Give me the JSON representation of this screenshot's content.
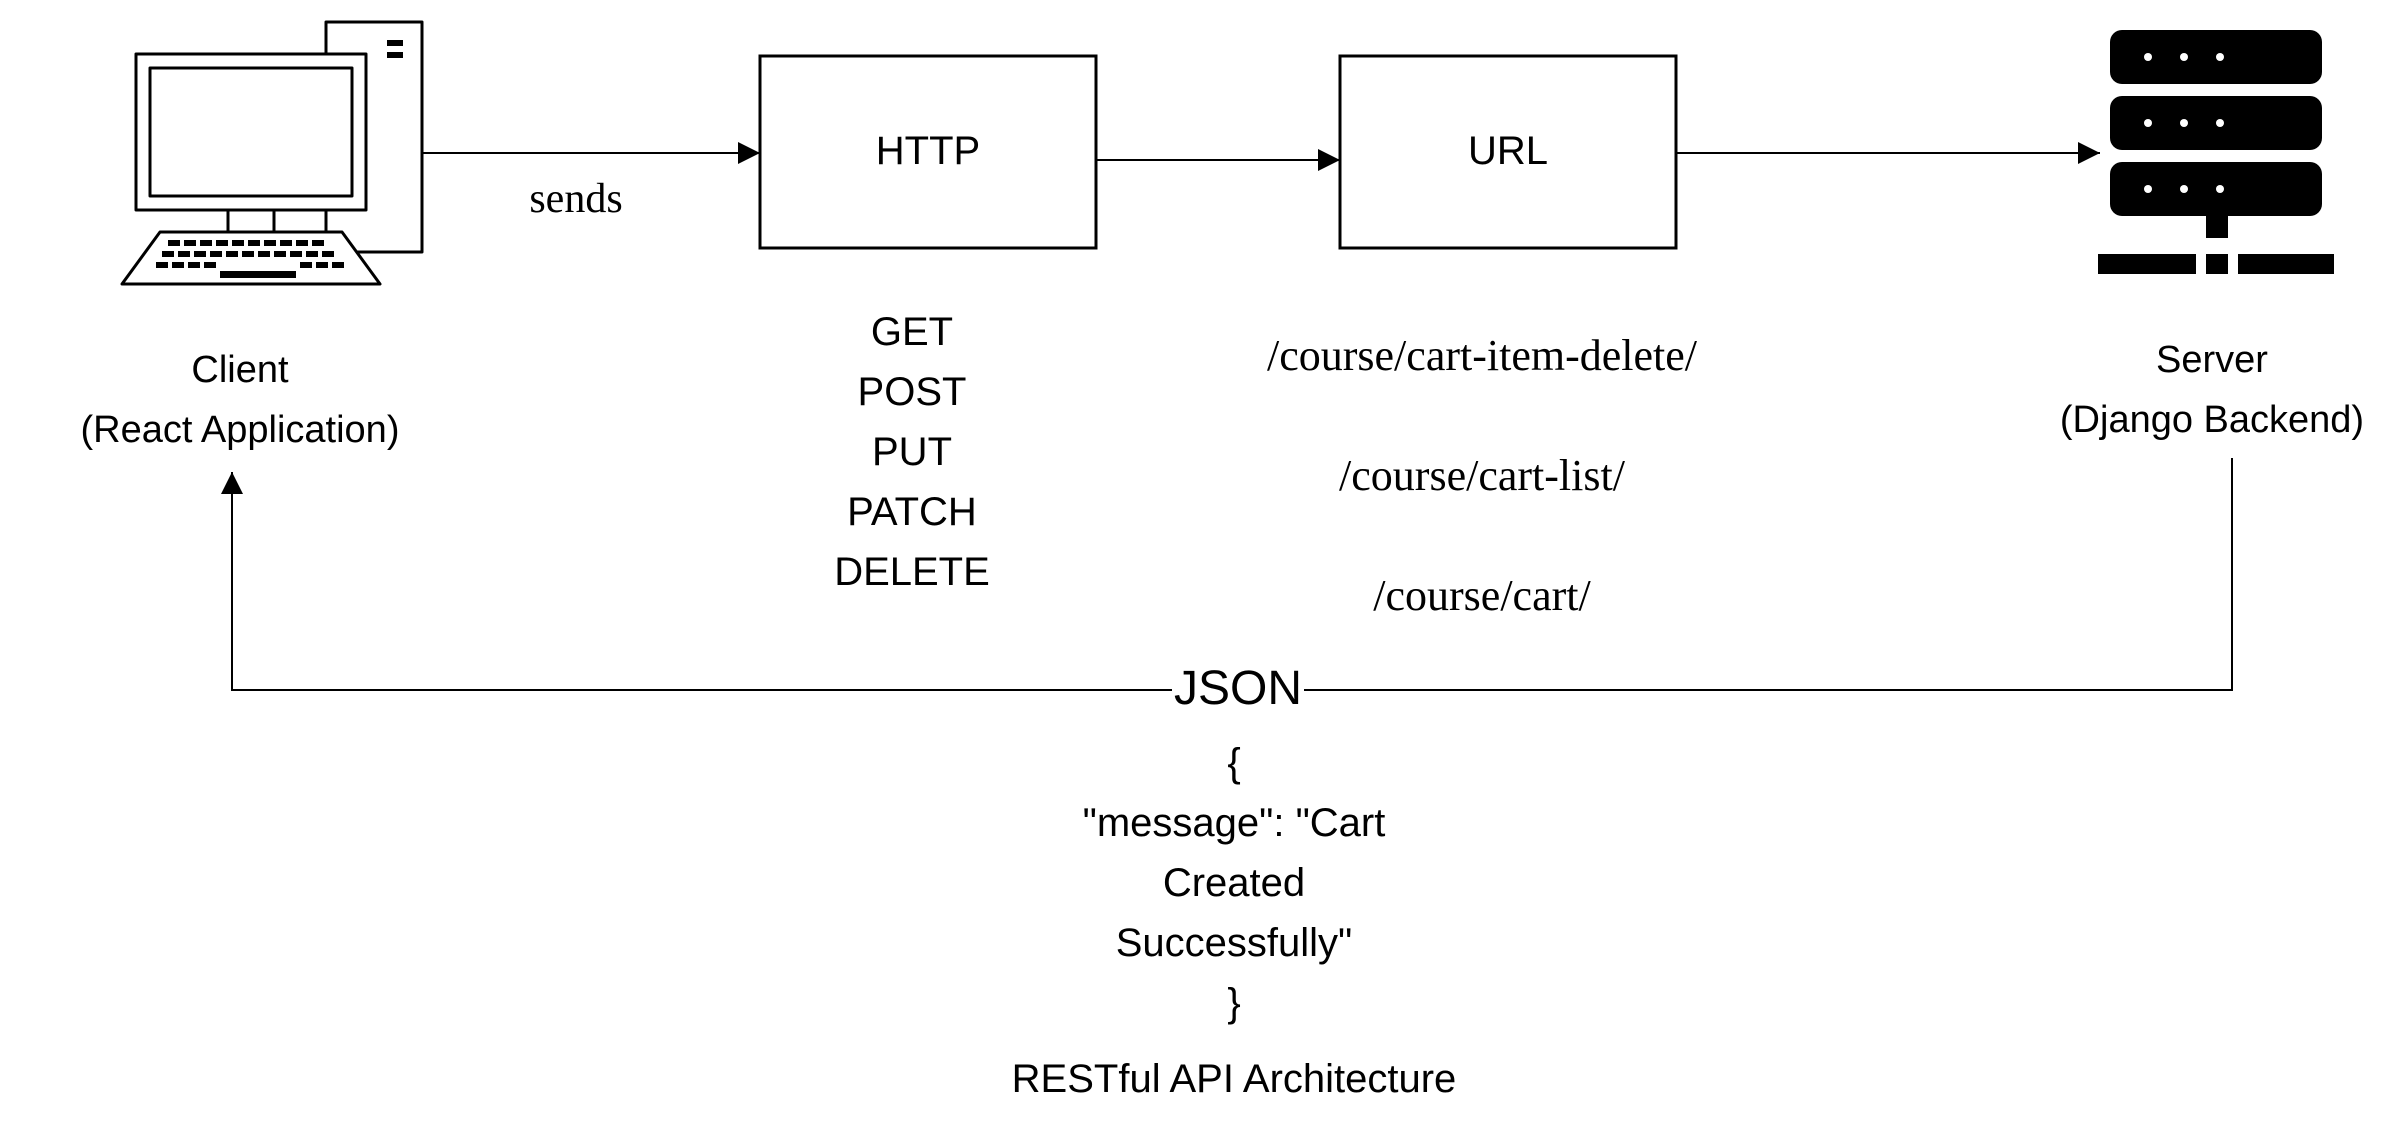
{
  "client": {
    "icon": "desktop-computer-icon",
    "label_line1": "Client",
    "label_line2": "(React Application)"
  },
  "server": {
    "icon": "server-rack-icon",
    "label_line1": "Server",
    "label_line2": "(Django Backend)"
  },
  "edges": {
    "sends_label": "sends",
    "response_label": "JSON"
  },
  "http_box": {
    "label": "HTTP",
    "methods": [
      "GET",
      "POST",
      "PUT",
      "PATCH",
      "DELETE"
    ]
  },
  "url_box": {
    "label": "URL",
    "paths": [
      "/course/cart-item-delete/",
      "/course/cart-list/",
      "/course/cart/"
    ]
  },
  "response_body": {
    "lines": [
      "{",
      "\"message\": \"Cart",
      "Created",
      "Successfully\"",
      "}"
    ]
  },
  "caption": "RESTful API Architecture"
}
